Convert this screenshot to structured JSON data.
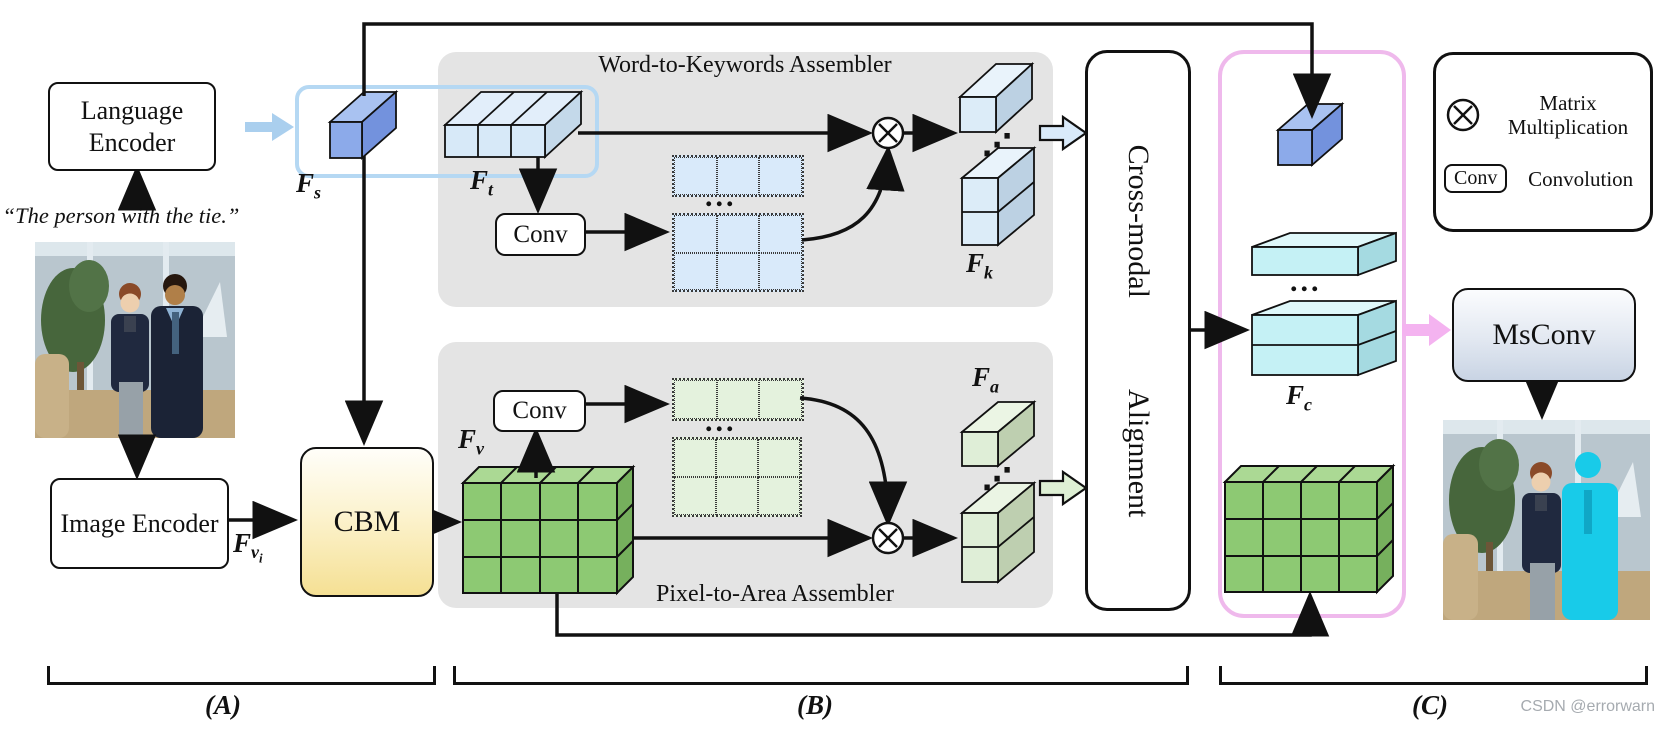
{
  "watermark": "CSDN @errorwarn",
  "sections": {
    "a": "(A)",
    "b": "(B)",
    "c": "(C)"
  },
  "left": {
    "language_encoder": "Language Encoder",
    "query_text": "“The person with the tie.”",
    "image_encoder": "Image Encoder"
  },
  "cbm_label": "CBM",
  "panels": {
    "word_to_keywords": {
      "title": "Word-to-Keywords Assembler",
      "conv": "Conv"
    },
    "pixel_to_area": {
      "title": "Pixel-to-Area Assembler",
      "conv": "Conv"
    }
  },
  "cross_modal": {
    "line1": "Cross-modal",
    "line2": "Alignment"
  },
  "msconv_label": "MsConv",
  "legend": {
    "matrix_line1": "Matrix",
    "matrix_line2": "Multiplication",
    "conv_chip": "Conv",
    "conv_label": "Convolution"
  },
  "labels": {
    "fs": {
      "main": "F",
      "sub": "s"
    },
    "ft": {
      "main": "F",
      "sub": "t"
    },
    "fv": {
      "main": "F",
      "sub": "v"
    },
    "fvi": {
      "main": "F",
      "sub": "v",
      "subsub": "i"
    },
    "fk": {
      "main": "F",
      "sub": "k"
    },
    "fa": {
      "main": "F",
      "sub": "a"
    },
    "fc": {
      "main": "F",
      "sub": "c"
    }
  },
  "dots": {
    "horizontal": "...",
    "diagonal": "⋰"
  },
  "colors": {
    "panel_gray": "#e4e4e4",
    "blue_cube": "#8caaea",
    "light_blue_fill": "#d9eafa",
    "green_cube": "#8dc973",
    "light_green_fill": "#e4f2dd",
    "cyan_slab": "#c5f1f5",
    "cbm_yellow": "#f5e094",
    "pink_border": "#efb9ec",
    "blue_group_border": "#b5d8f3",
    "pink_arrow": "#f4b3f0",
    "light_blue_arrow": "#aacfee",
    "segmentation_cyan": "#18cbe9"
  }
}
